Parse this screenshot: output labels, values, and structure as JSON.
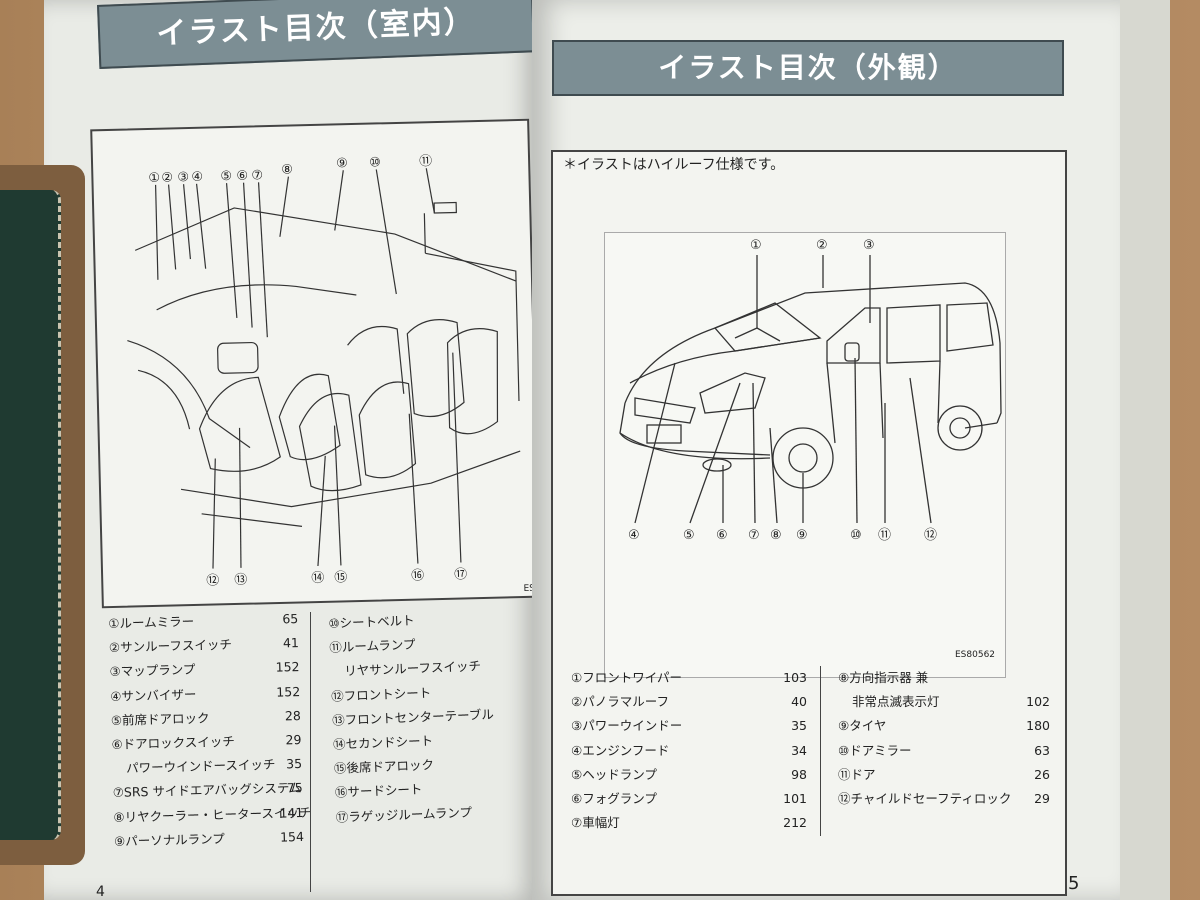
{
  "left_page": {
    "title": "イラスト目次（室内）",
    "code": "ES",
    "index": [
      {
        "label": "①ルームミラー",
        "page": "65"
      },
      {
        "label": "②サンルーフスイッチ",
        "page": "41"
      },
      {
        "label": "③マップランプ",
        "page": "152"
      },
      {
        "label": "④サンバイザー",
        "page": "152"
      },
      {
        "label": "⑤前席ドアロック",
        "page": "28"
      },
      {
        "label": "⑥ドアロックスイッチ",
        "page": "29"
      },
      {
        "label": "パワーウインドースイッチ",
        "page": "35"
      },
      {
        "label": "⑦SRS サイドエアバッグシステム",
        "page": "75"
      },
      {
        "label": "⑧リヤクーラー・ヒータースイッチ",
        "page": "141"
      },
      {
        "label": "⑨パーソナルランプ",
        "page": "154"
      }
    ],
    "index2": [
      {
        "label": "⑩シートベルト"
      },
      {
        "label": "⑪ルームランプ"
      },
      {
        "label": "リヤサンルーフスイッチ"
      },
      {
        "label": "⑫フロントシート"
      },
      {
        "label": "⑬フロントセンターテーブル"
      },
      {
        "label": "⑭セカンドシート"
      },
      {
        "label": "⑮後席ドアロック"
      },
      {
        "label": "⑯サードシート"
      },
      {
        "label": "⑰ラゲッジルームランプ"
      }
    ],
    "callouts_top": [
      "①",
      "②",
      "③",
      "④",
      "⑤",
      "⑥",
      "⑦",
      "⑧",
      "⑨",
      "⑩",
      "⑪"
    ],
    "callouts_bottom": [
      "⑫",
      "⑬",
      "⑭",
      "⑮",
      "⑯",
      "⑰"
    ],
    "page_number": "4"
  },
  "right_page": {
    "title": "イラスト目次（外観）",
    "note": "＊イラストはハイルーフ仕様です。",
    "code": "ES80562",
    "index": [
      {
        "label": "①フロントワイパー",
        "page": "103"
      },
      {
        "label": "②パノラマルーフ",
        "page": "40"
      },
      {
        "label": "③パワーウインドー",
        "page": "35"
      },
      {
        "label": "④エンジンフード",
        "page": "34"
      },
      {
        "label": "⑤ヘッドランプ",
        "page": "98"
      },
      {
        "label": "⑥フォグランプ",
        "page": "101"
      },
      {
        "label": "⑦車幅灯",
        "page": "212"
      }
    ],
    "index2": [
      {
        "label": "⑧方向指示器 兼",
        "page": ""
      },
      {
        "label": "非常点滅表示灯",
        "page": "102"
      },
      {
        "label": "⑨タイヤ",
        "page": "180"
      },
      {
        "label": "⑩ドアミラー",
        "page": "63"
      },
      {
        "label": "⑪ドア",
        "page": "26"
      },
      {
        "label": "⑫チャイルドセーフティロック",
        "page": "29"
      }
    ],
    "callouts_top": [
      "①",
      "②",
      "③"
    ],
    "callouts_bottom": [
      "④",
      "⑤",
      "⑥",
      "⑦",
      "⑧",
      "⑨",
      "⑩",
      "⑪",
      "⑫"
    ],
    "page_number": "5"
  },
  "colors": {
    "banner": "#7c8e94",
    "paper": "#eceee9",
    "wood": "#b08a62",
    "wallet": "#1f3a31"
  }
}
